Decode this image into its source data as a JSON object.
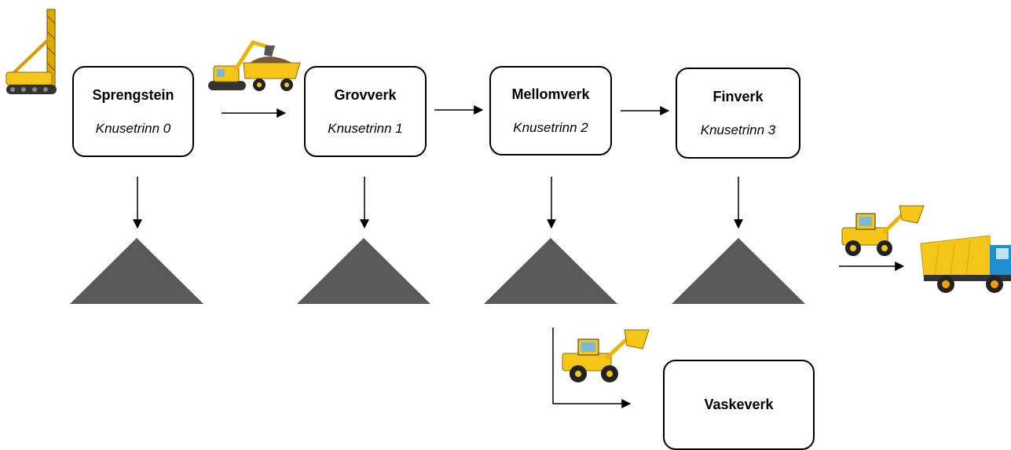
{
  "stages": [
    {
      "title": "Sprengstein",
      "subtitle": "Knusetrinn 0"
    },
    {
      "title": "Grovverk",
      "subtitle": "Knusetrinn 1"
    },
    {
      "title": "Mellomverk",
      "subtitle": "Knusetrinn 2"
    },
    {
      "title": "Finverk",
      "subtitle": "Knusetrinn 3"
    }
  ],
  "wash": {
    "title": "Vaskeverk"
  },
  "colors": {
    "pile": "#595959",
    "machine_yellow": "#f5c518",
    "truck_blue": "#1f8fd0",
    "stroke": "#000000"
  },
  "icons": [
    "drill-rig-icon",
    "excavator-dump-truck-icon",
    "wheel-loader-icon",
    "dump-truck-icon"
  ]
}
